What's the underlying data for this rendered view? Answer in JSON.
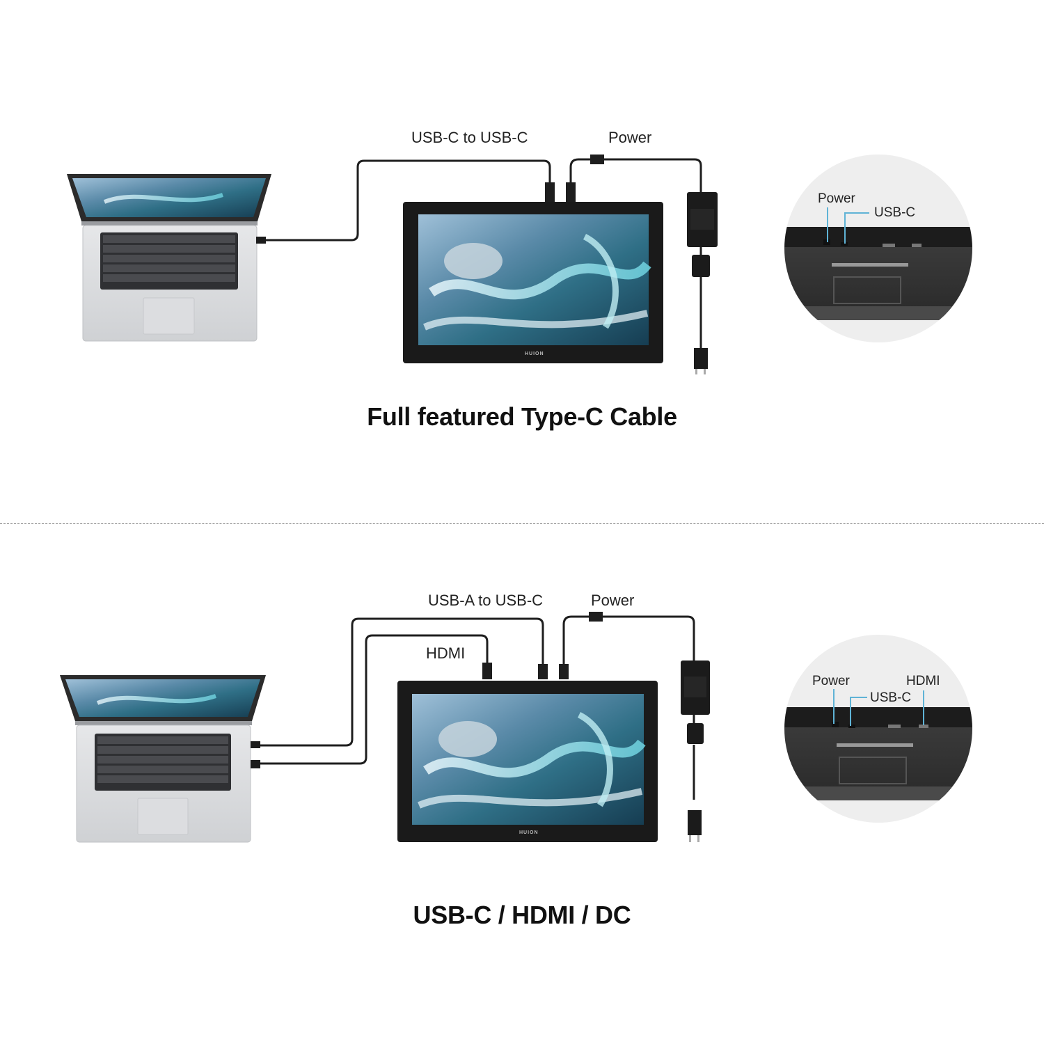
{
  "sections": [
    {
      "caption": "Full featured Type-C Cable",
      "cable_labels": {
        "data_cable": "USB-C to USB-C",
        "power": "Power"
      },
      "zoom_labels": {
        "power": "Power",
        "usb_c": "USB-C"
      },
      "tablet_brand": "HUION"
    },
    {
      "caption": "USB-C / HDMI / DC",
      "cable_labels": {
        "data_cable": "USB-A to USB-C",
        "hdmi": "HDMI",
        "power": "Power"
      },
      "zoom_labels": {
        "power": "Power",
        "usb_c": "USB-C",
        "hdmi": "HDMI"
      },
      "tablet_brand": "HUION"
    }
  ]
}
